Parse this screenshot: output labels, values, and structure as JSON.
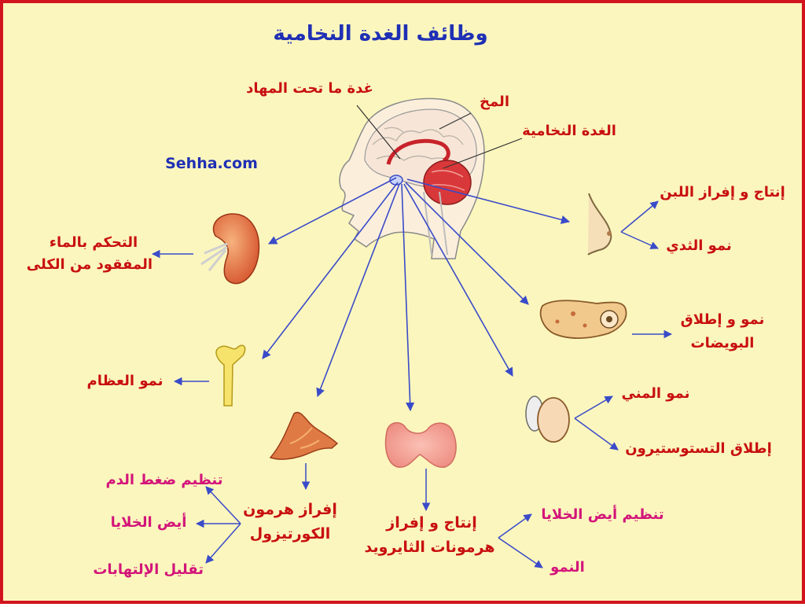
{
  "title": "وظائف الغدة النخامية",
  "watermark": "Sehha.com",
  "colors": {
    "background": "#fbf6bd",
    "border": "#d2141e",
    "label": "#c81010",
    "title": "#1f2fb5",
    "arrow": "#3a4bc9"
  },
  "brain_labels": {
    "hypothalamus": "غدة ما تحت المهاد",
    "brain": "المخ",
    "pituitary": "الغدة النخامية"
  },
  "functions": {
    "kidney": {
      "line1": "التحكم بالماء",
      "line2": "المفقود من الكلى"
    },
    "bone": "نمو العظام",
    "adrenal": {
      "line1": "إفراز هرمون",
      "line2": "الكورتيزول",
      "effects": [
        "تنظيم ضغط الدم",
        "أيض الخلايا",
        "تقليل الإلتهابات"
      ]
    },
    "thyroid": {
      "line1": "إنتاج و إفراز",
      "line2": "هرمونات الثايرويد",
      "effects": [
        "تنظيم أيض الخلايا",
        "النمو"
      ]
    },
    "breast": {
      "effects": [
        "إنتاج و إفراز اللبن",
        "نمو الثدي"
      ]
    },
    "ovary": {
      "line1": "نمو و إطلاق",
      "line2": "البويضات"
    },
    "testis": {
      "effects": [
        "نمو المني",
        "إطلاق التستوستيرون"
      ]
    }
  },
  "icons": [
    "head-brain-icon",
    "kidney-icon",
    "bone-icon",
    "adrenal-gland-icon",
    "thyroid-gland-icon",
    "breast-icon",
    "ovary-icon",
    "testis-icon"
  ]
}
